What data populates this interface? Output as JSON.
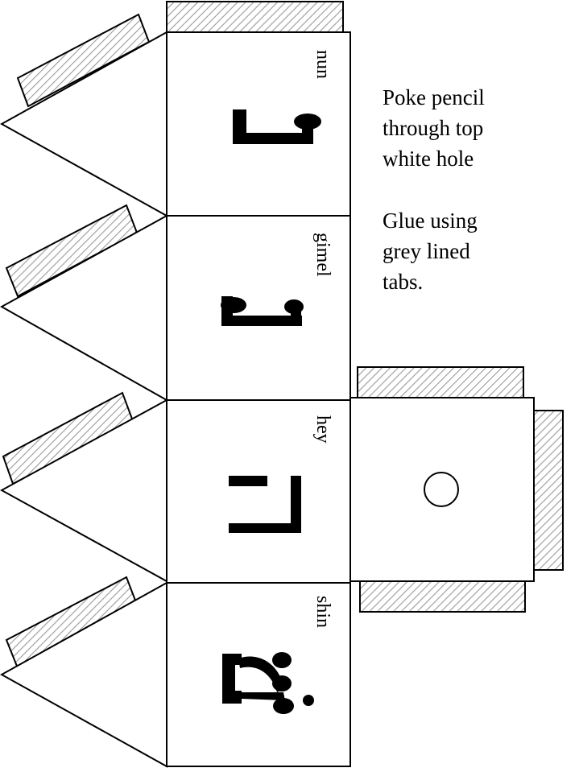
{
  "colors": {
    "ink": "#000000",
    "paper": "#ffffff",
    "hatch": "#9a9a9a"
  },
  "faces": [
    {
      "label": "nun",
      "letter": "נ"
    },
    {
      "label": "gimel",
      "letter": "ג"
    },
    {
      "label": "hey",
      "letter": "ה"
    },
    {
      "label": "shin",
      "letter": "ש"
    }
  ],
  "instructions": {
    "pencil": [
      "Poke pencil",
      "through top",
      "white hole"
    ],
    "glue": [
      "Glue using",
      "grey lined",
      "tabs."
    ]
  }
}
